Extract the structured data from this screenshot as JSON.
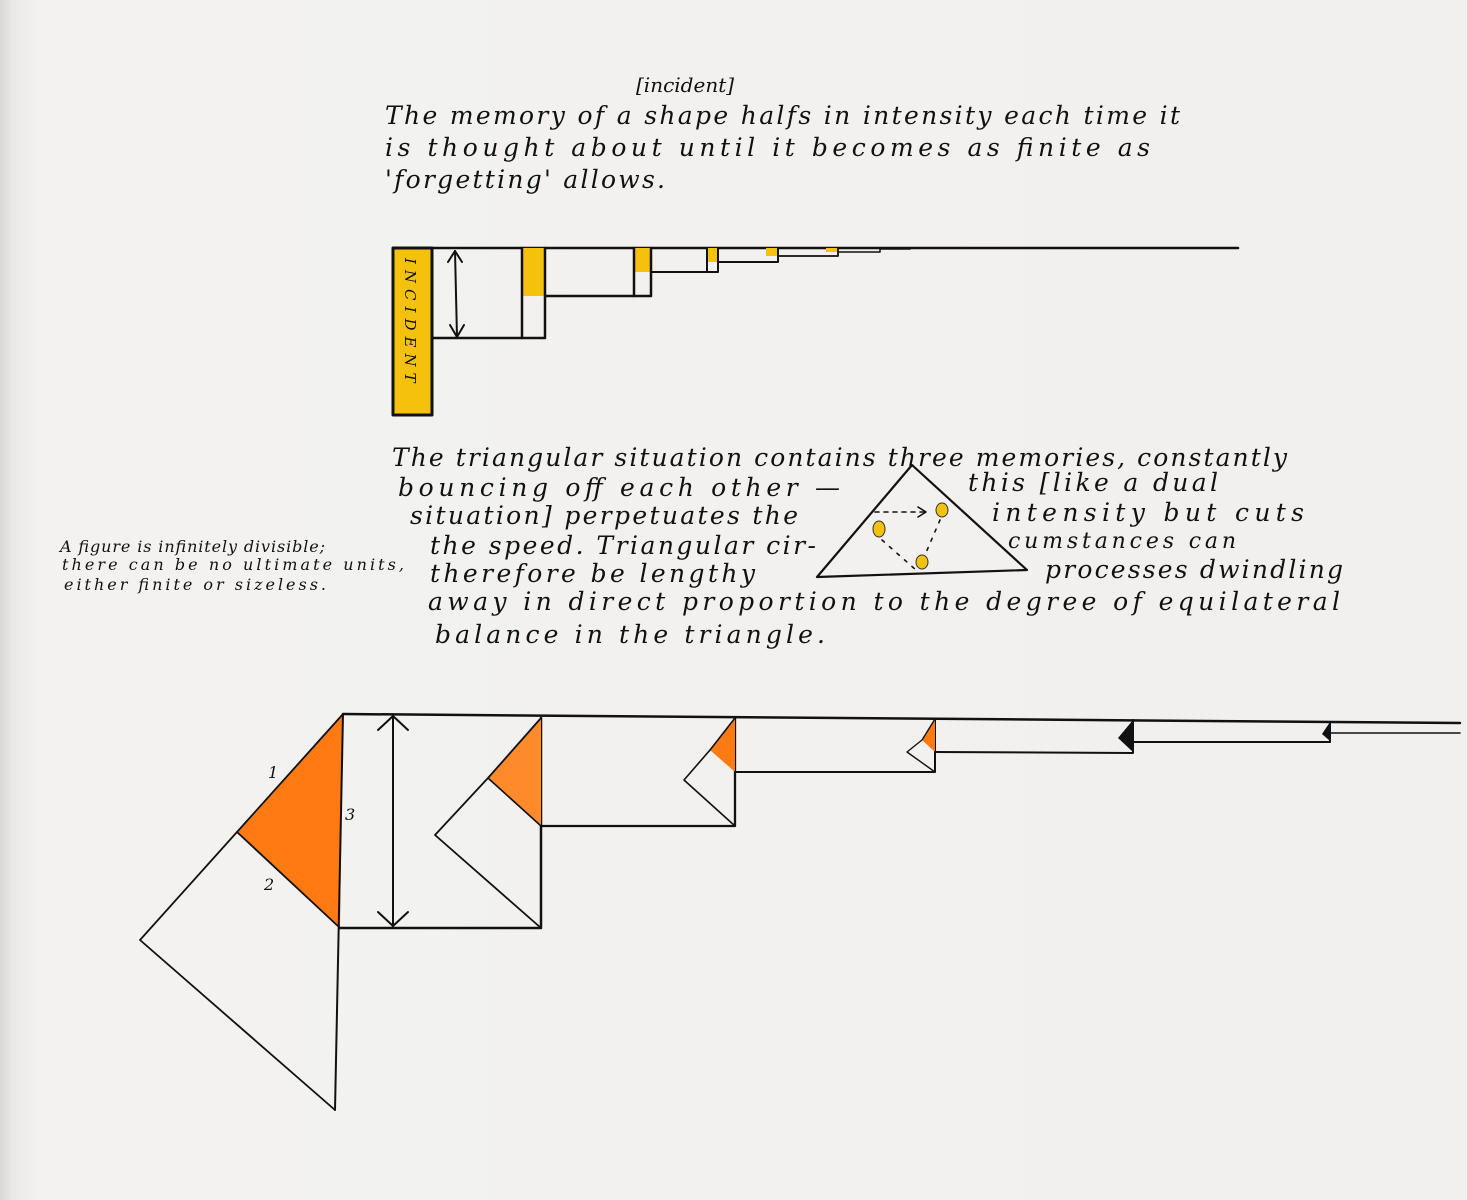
{
  "colors": {
    "paper": "#f2f1ef",
    "ink": "#111111",
    "yellow": "#f4c20d",
    "orange": "#ff7a12"
  },
  "paragraph1": {
    "insertion": "[incident]",
    "lines": [
      "The memory of a shape halfs in intensity each time it",
      "is thought about until it becomes as finite as",
      "'forgetting' allows."
    ]
  },
  "incident_diagram": {
    "bar_label": "INCIDENT"
  },
  "paragraph2": {
    "lines": [
      "The triangular situation contains three memories, constantly",
      "bouncing off each other —",
      "this [like a dual",
      "situation] perpetuates the",
      "intensity but cuts",
      "the speed. Triangular cir-",
      "cumstances can",
      "therefore be lengthy",
      "processes dwindling",
      "away in direct proportion to the degree of equilateral",
      "balance in the triangle."
    ]
  },
  "side_note": {
    "lines": [
      "A figure is infinitely divisible;",
      "there can be no ultimate units,",
      "either finite or sizeless."
    ]
  },
  "triangle_diagram": {
    "side_labels": [
      "1",
      "2",
      "3"
    ]
  }
}
